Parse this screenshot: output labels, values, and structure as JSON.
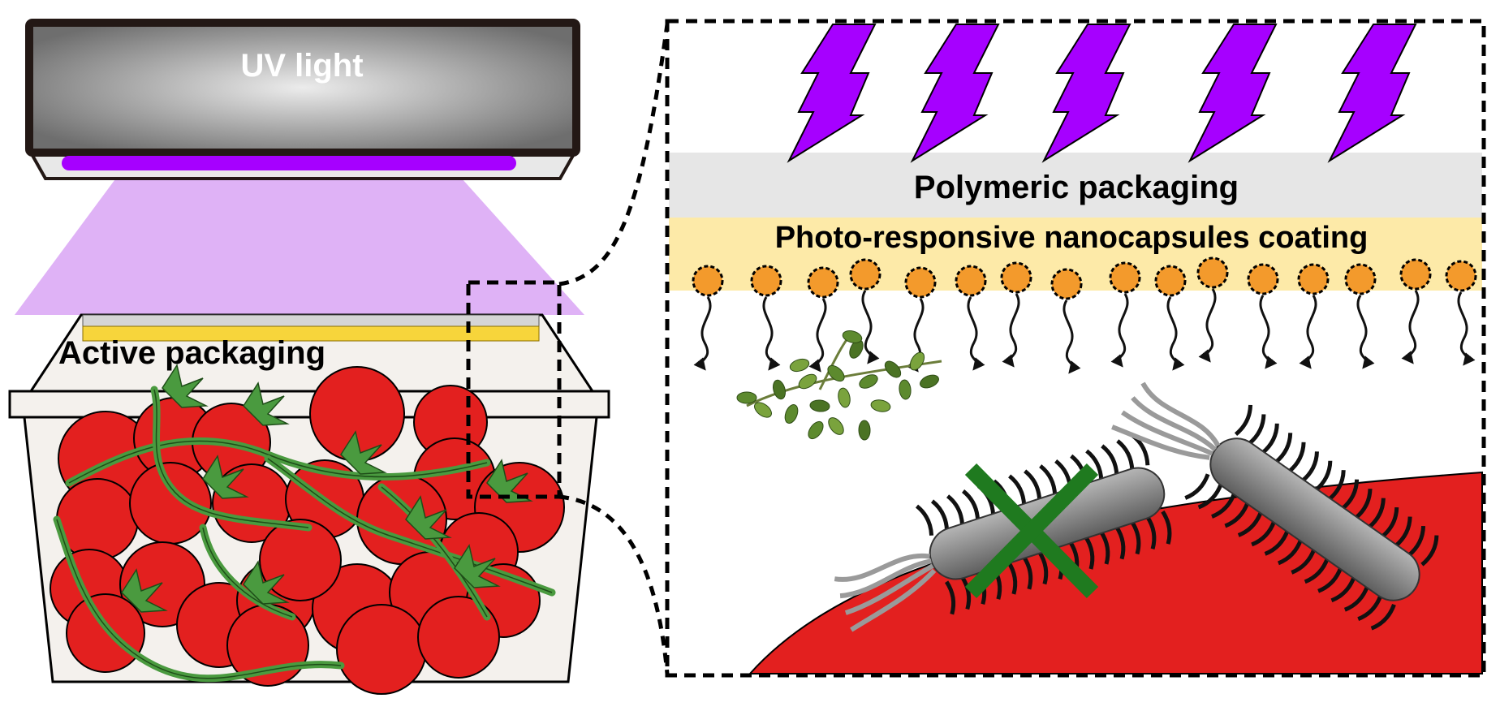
{
  "labels": {
    "uv_light": "UV light",
    "active_packaging": "Active packaging",
    "polymeric_packaging": "Polymeric packaging",
    "coating": "Photo-responsive nanocapsules coating"
  },
  "colors": {
    "uv_purple": "#a600ff",
    "uv_beam": "#dfb2f6",
    "lamp_frame": "#231815",
    "polymer_layer": "#e6e6e6",
    "coating_layer": "#fdeaa8",
    "film_yellow": "#f7d53b",
    "nanocapsule": "#f39a2c",
    "tomato": "#e3201f",
    "vine": "#4a9a3f",
    "box_fill": "#f4f1ed",
    "bacteria": "#8a8a8a",
    "inhibit_cross": "#1f7a1f"
  },
  "icons": {
    "uv_bolt": "lightning-bolt-icon",
    "nanocapsule": "nanocapsule-icon",
    "release_arrow": "curved-arrow-icon",
    "herb": "thyme-sprig-icon",
    "bacterium": "bacterium-icon",
    "inhibition": "cross-mark-icon"
  },
  "counts": {
    "uv_bolts": 5,
    "nanocapsules": 16
  }
}
